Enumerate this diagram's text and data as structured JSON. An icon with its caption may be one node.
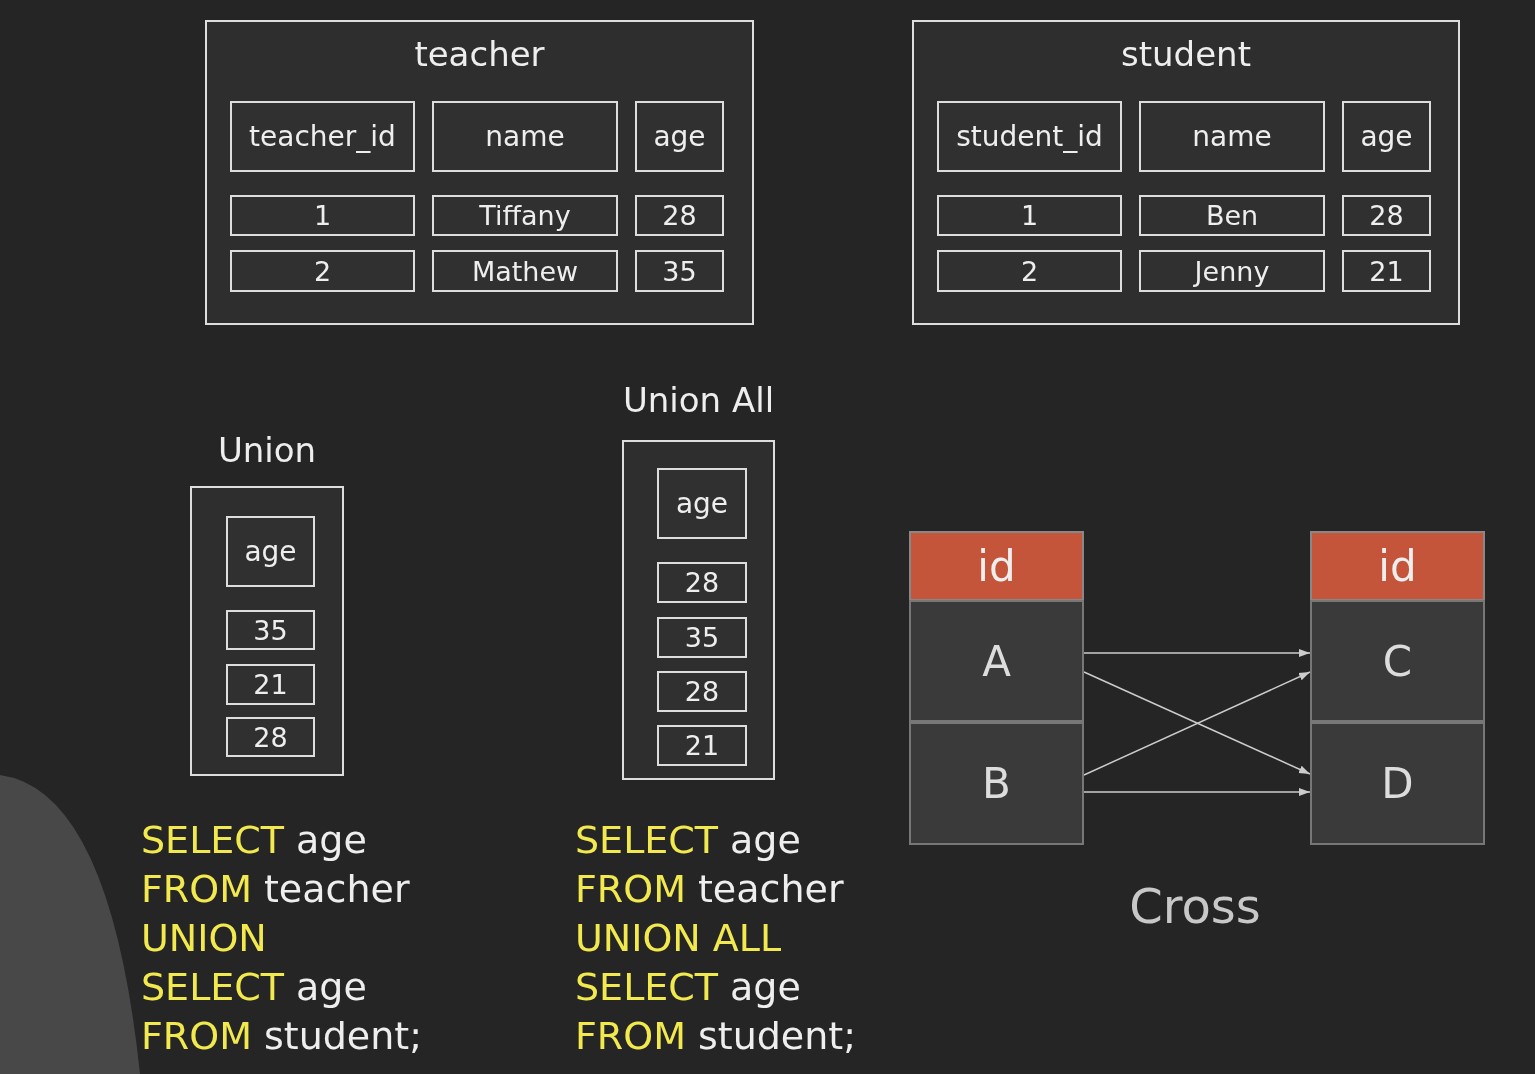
{
  "diagram": {
    "nodes": [
      {
        "text": [
          "teacher"
        ]
      },
      {
        "text": [
          "teacher_id"
        ],
        "in": 0
      },
      {
        "text": [
          "name"
        ],
        "in": 0
      },
      {
        "text": [
          "age"
        ],
        "in": 0
      },
      {
        "text": [
          "1"
        ],
        "in": 0
      },
      {
        "text": [
          "Tiffany"
        ],
        "in": 0
      },
      {
        "text": [
          "28"
        ],
        "in": 0
      },
      {
        "text": [
          "2"
        ],
        "in": 0
      },
      {
        "text": [
          "Mathew"
        ],
        "in": 0
      },
      {
        "text": [
          "35"
        ],
        "in": 0
      },
      {
        "text": [
          "student"
        ]
      },
      {
        "text": [
          "student_id"
        ],
        "in": 10
      },
      {
        "text": [
          "name"
        ],
        "in": 10
      },
      {
        "text": [
          "age"
        ],
        "in": 10
      },
      {
        "text": [
          "1"
        ],
        "in": 10
      },
      {
        "text": [
          "Ben"
        ],
        "in": 10
      },
      {
        "text": [
          "28"
        ],
        "in": 10
      },
      {
        "text": [
          "2"
        ],
        "in": 10
      },
      {
        "text": [
          "Jenny"
        ],
        "in": 10
      },
      {
        "text": [
          "21"
        ],
        "in": 10
      },
      {
        "text": [
          "Union"
        ]
      },
      {
        "text": [
          "age"
        ],
        "in": 20
      },
      {
        "text": [
          "35"
        ],
        "in": 20
      },
      {
        "text": [
          "21"
        ],
        "in": 20
      },
      {
        "text": [
          "28"
        ],
        "in": 20
      },
      {
        "text": [
          "Union All"
        ]
      },
      {
        "text": [
          "age"
        ],
        "in": 25
      },
      {
        "text": [
          "28"
        ],
        "in": 25
      },
      {
        "text": [
          "35"
        ],
        "in": 25
      },
      {
        "text": [
          "28"
        ],
        "in": 25
      },
      {
        "text": [
          "21"
        ],
        "in": 25
      },
      {
        "text": [
          "id"
        ]
      },
      {
        "text": [
          "A"
        ]
      },
      {
        "text": [
          "B"
        ]
      },
      {
        "text": [
          "id"
        ]
      },
      {
        "text": [
          "C"
        ]
      },
      {
        "text": [
          "D"
        ]
      }
    ],
    "edges": [
      {
        "from": 32,
        "to": 35,
        "arrow": "to"
      },
      {
        "from": 32,
        "to": 36,
        "arrow": "to"
      },
      {
        "from": 33,
        "to": 35,
        "arrow": "to"
      },
      {
        "from": 33,
        "to": 36,
        "arrow": "to"
      }
    ],
    "labels": [
      "SELECT",
      "age",
      "FROM",
      "teacher",
      "UNION",
      "SELECT",
      "age",
      "FROM",
      "student;",
      "SELECT",
      "age",
      "FROM",
      "teacher",
      "UNION ALL",
      "SELECT",
      "age",
      "FROM",
      "student;",
      "Cross"
    ]
  }
}
